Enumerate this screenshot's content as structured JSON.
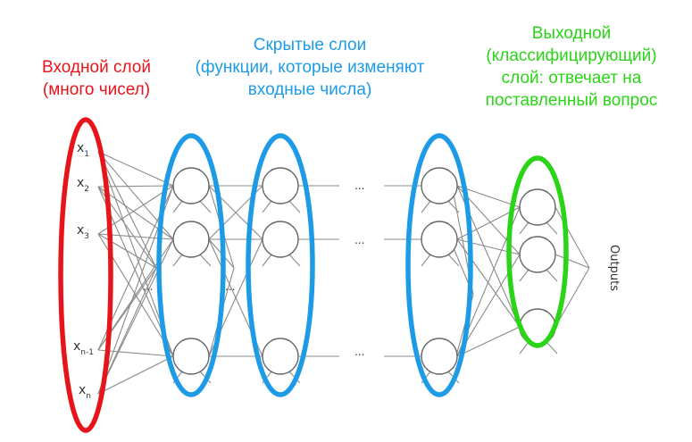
{
  "captions": {
    "input": {
      "lines": [
        "Входной слой",
        "(много чисел)"
      ],
      "color": "#e8141b"
    },
    "hidden": {
      "lines": [
        "Скрытые слои",
        "(функции, которые изменяют",
        "входные числа)"
      ],
      "color": "#1e9be6"
    },
    "output": {
      "lines": [
        "Выходной",
        "(классифицирующий)",
        "слой: отвечает на",
        "поставленный вопрос"
      ],
      "color": "#2ad416"
    }
  },
  "inputs": {
    "x1": {
      "base": "x",
      "sub": "1"
    },
    "x2": {
      "base": "x",
      "sub": "2"
    },
    "x3": {
      "base": "x",
      "sub": "3"
    },
    "xn1": {
      "base": "x",
      "sub": "n-1"
    },
    "xn": {
      "base": "x",
      "sub": "n"
    }
  },
  "ellipsis": "...",
  "outputs_label": "Outputs",
  "colors": {
    "input_ring": "#e8141b",
    "hidden_ring": "#1e9be6",
    "output_ring": "#2ad416",
    "node": "#666666",
    "edge": "#8a8a8a"
  }
}
